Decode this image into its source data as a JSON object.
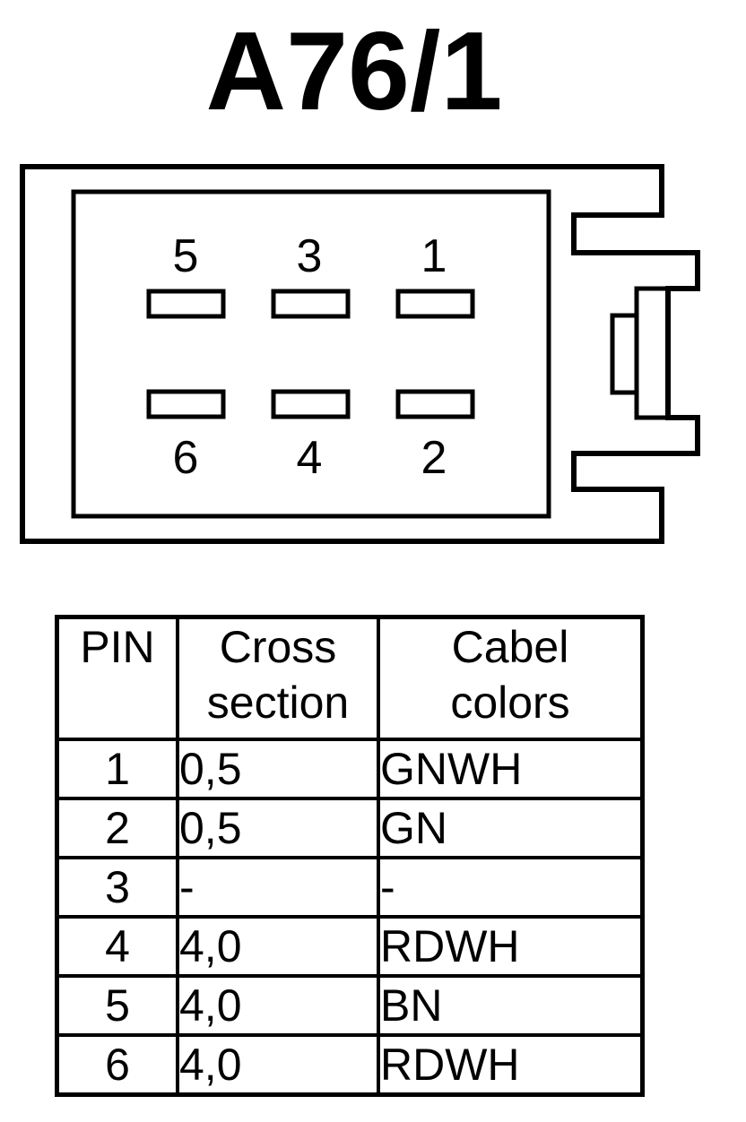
{
  "title": "A76/1",
  "connector": {
    "pins_top": [
      "5",
      "3",
      "1"
    ],
    "pins_bottom": [
      "6",
      "4",
      "2"
    ]
  },
  "table": {
    "headers": {
      "pin": "PIN",
      "cross_line1": "Cross",
      "cross_line2": "section",
      "colors_line1": "Cabel",
      "colors_line2": "colors"
    },
    "rows": [
      {
        "pin": "1",
        "cross": "0,5",
        "color": "GNWH"
      },
      {
        "pin": "2",
        "cross": "0,5",
        "color": "GN"
      },
      {
        "pin": "3",
        "cross": "-",
        "color": "-"
      },
      {
        "pin": "4",
        "cross": "4,0",
        "color": "RDWH"
      },
      {
        "pin": "5",
        "cross": "4,0",
        "color": "BN"
      },
      {
        "pin": "6",
        "cross": "4,0",
        "color": "RDWH"
      }
    ]
  }
}
